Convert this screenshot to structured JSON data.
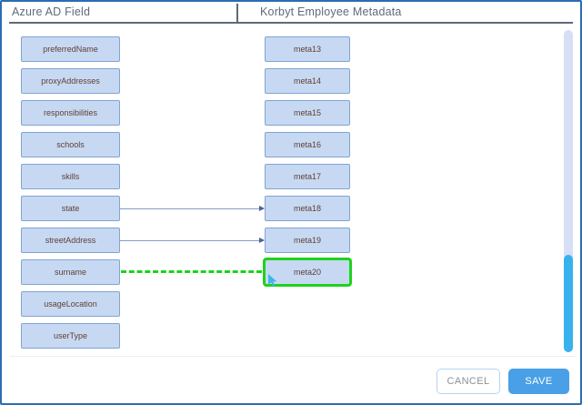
{
  "header": {
    "left_column_title": "Azure AD Field",
    "right_column_title": "Korbyt Employee Metadata"
  },
  "azure_fields": [
    "preferredName",
    "proxyAddresses",
    "responsibilities",
    "schools",
    "skills",
    "state",
    "streetAddress",
    "surname",
    "usageLocation",
    "userType"
  ],
  "metadata_fields": [
    "meta13",
    "meta14",
    "meta15",
    "meta16",
    "meta17",
    "meta18",
    "meta19",
    "meta20"
  ],
  "mappings": [
    {
      "from": "state",
      "to": "meta18",
      "type": "solid-arrow"
    },
    {
      "from": "streetAddress",
      "to": "meta19",
      "type": "solid-arrow"
    },
    {
      "from": "surname",
      "to": "meta20",
      "type": "dashed-green-active"
    }
  ],
  "selected_field": "meta20",
  "footer": {
    "cancel_label": "CANCEL",
    "save_label": "SAVE"
  },
  "icons": {
    "meta20_cursor": "mouse-pointer"
  },
  "colors": {
    "dialog_border": "#2a6db5",
    "field_fill": "#c7d9f2",
    "field_border": "#7fa3d4",
    "active_green": "#1ed21e",
    "connector": "#8a9bc0",
    "save_button": "#49a0e6",
    "scrollbar_thumb": "#38b2ed",
    "scrollbar_track": "#d7dff7"
  }
}
